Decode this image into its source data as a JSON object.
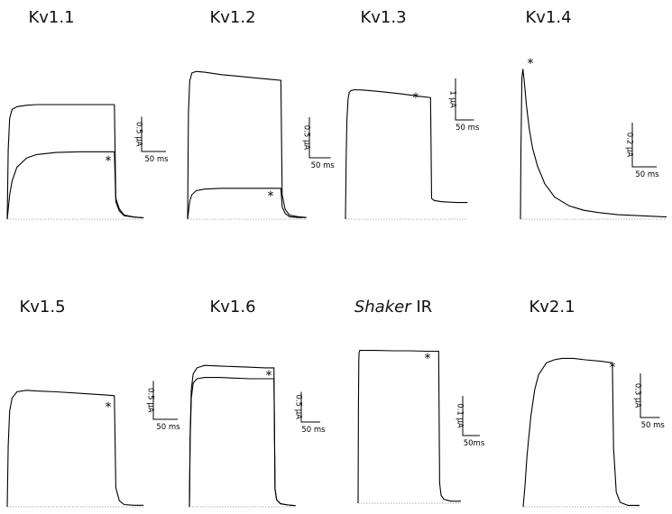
{
  "chart_data": [
    {
      "type": "line",
      "title": "Kv1.1",
      "x_unit": "ms",
      "series": [
        {
          "x": [
            0,
            2,
            5,
            10,
            20,
            40,
            60,
            100,
            150,
            220,
            223,
            230,
            240,
            260,
            280
          ],
          "values": [
            0,
            1.0,
            1.45,
            1.58,
            1.62,
            1.64,
            1.65,
            1.65,
            1.65,
            1.65,
            0.3,
            0.15,
            0.06,
            0.03,
            0.02
          ]
        },
        {
          "x": [
            0,
            5,
            10,
            20,
            40,
            60,
            100,
            150,
            220,
            223,
            230,
            240,
            260,
            280
          ],
          "values": [
            0,
            0.35,
            0.55,
            0.75,
            0.88,
            0.93,
            0.96,
            0.97,
            0.97,
            0.25,
            0.12,
            0.05,
            0.03,
            0.02
          ]
        }
      ],
      "scalebar": {
        "y_label": "0.5 μA",
        "y_value": 0.5,
        "x_label": "50 ms",
        "x_value": 50
      },
      "annotation": "*"
    },
    {
      "type": "line",
      "title": "Kv1.2",
      "x_unit": "ms",
      "series": [
        {
          "x": [
            0,
            2,
            5,
            10,
            20,
            40,
            80,
            120,
            160,
            200,
            220,
            223,
            230,
            240,
            260,
            280
          ],
          "values": [
            0,
            1.3,
            1.7,
            1.8,
            1.82,
            1.81,
            1.78,
            1.76,
            1.74,
            1.72,
            1.71,
            0.3,
            0.12,
            0.05,
            0.03,
            0.02
          ]
        },
        {
          "x": [
            0,
            5,
            10,
            20,
            40,
            80,
            120,
            160,
            200,
            220,
            223,
            230,
            240,
            260,
            280
          ],
          "values": [
            0,
            0.22,
            0.3,
            0.35,
            0.37,
            0.38,
            0.38,
            0.38,
            0.38,
            0.38,
            0.15,
            0.07,
            0.03,
            0.02,
            0.02
          ]
        }
      ],
      "scalebar": {
        "y_label": "0.5 μA",
        "y_value": 0.5,
        "x_label": "50 ms",
        "x_value": 50
      },
      "annotation": "*"
    },
    {
      "type": "line",
      "title": "Kv1.3",
      "x_unit": "ms",
      "series": [
        {
          "x": [
            0,
            2,
            4,
            7,
            10,
            15,
            25,
            50,
            100,
            150,
            200,
            230,
            233,
            240,
            260,
            300,
            330
          ],
          "values": [
            0,
            1.5,
            2.4,
            2.9,
            3.05,
            3.1,
            3.12,
            3.11,
            3.07,
            3.02,
            2.96,
            2.93,
            0.5,
            0.45,
            0.42,
            0.4,
            0.4
          ]
        }
      ],
      "scalebar": {
        "y_label": "1 μA",
        "y_value": 1,
        "x_label": "50 ms",
        "x_value": 50
      },
      "annotation": "*"
    },
    {
      "type": "line",
      "title": "Kv1.4",
      "x_unit": "ms",
      "series": [
        {
          "x": [
            0,
            1,
            3,
            5,
            8,
            12,
            18,
            25,
            35,
            50,
            70,
            100,
            130,
            160,
            200,
            250,
            300
          ],
          "values": [
            0,
            0.3,
            0.64,
            0.68,
            0.62,
            0.52,
            0.41,
            0.32,
            0.24,
            0.16,
            0.1,
            0.06,
            0.04,
            0.03,
            0.02,
            0.015,
            0.01
          ]
        }
      ],
      "scalebar": {
        "y_label": "0.2 μA",
        "y_value": 0.2,
        "x_label": "50 ms",
        "x_value": 50
      },
      "annotation": "*"
    },
    {
      "type": "line",
      "title": "Kv1.5",
      "x_unit": "ms",
      "series": [
        {
          "x": [
            0,
            2,
            5,
            10,
            20,
            40,
            60,
            100,
            150,
            200,
            220,
            223,
            230,
            240,
            260,
            280
          ],
          "values": [
            0,
            0.8,
            1.25,
            1.42,
            1.5,
            1.52,
            1.51,
            1.5,
            1.48,
            1.46,
            1.45,
            0.25,
            0.08,
            0.03,
            0.02,
            0.02
          ]
        }
      ],
      "scalebar": {
        "y_label": "0.5 μA",
        "y_value": 0.5,
        "x_label": "50 ms",
        "x_value": 50
      },
      "annotation": "*"
    },
    {
      "type": "line",
      "title": "Kv1.6",
      "x_unit": "ms",
      "series": [
        {
          "x": [
            0,
            2,
            5,
            10,
            20,
            40,
            80,
            120,
            160,
            200,
            223,
            226,
            230,
            240,
            260,
            280
          ],
          "values": [
            0,
            1.2,
            1.95,
            2.2,
            2.3,
            2.34,
            2.33,
            2.32,
            2.31,
            2.3,
            2.3,
            0.3,
            0.12,
            0.05,
            0.03,
            0.02
          ]
        },
        {
          "x": [
            0,
            2,
            5,
            10,
            20,
            40,
            80,
            120,
            160,
            200,
            223,
            226,
            230,
            240,
            260,
            280
          ],
          "values": [
            0,
            1.1,
            1.8,
            2.05,
            2.12,
            2.14,
            2.14,
            2.13,
            2.12,
            2.12,
            2.12,
            0.3,
            0.12,
            0.05,
            0.03,
            0.02
          ]
        }
      ],
      "scalebar": {
        "y_label": "0.5 μA",
        "y_value": 0.5,
        "x_label": "50 ms",
        "x_value": 50
      },
      "annotation": "*"
    },
    {
      "type": "line",
      "title": "Shaker IR",
      "x_unit": "ms",
      "series": [
        {
          "x": [
            0,
            1,
            2,
            3,
            5,
            10,
            20,
            50,
            100,
            150,
            200,
            235,
            238,
            242,
            250,
            270,
            300
          ],
          "values": [
            0,
            0.25,
            0.36,
            0.38,
            0.385,
            0.385,
            0.385,
            0.385,
            0.384,
            0.384,
            0.383,
            0.383,
            0.05,
            0.02,
            0.01,
            0.005,
            0.005
          ]
        }
      ],
      "scalebar": {
        "y_label": "0.1 μA",
        "y_value": 0.1,
        "x_label": "50ms",
        "x_value": 50
      },
      "annotation": "*"
    },
    {
      "type": "line",
      "title": "Kv2.1",
      "x_unit": "ms",
      "series": [
        {
          "x": [
            0,
            5,
            10,
            20,
            30,
            40,
            60,
            80,
            100,
            130,
            160,
            200,
            230,
            233,
            240,
            250,
            270,
            300
          ],
          "values": [
            0,
            0.15,
            0.35,
            0.62,
            0.8,
            0.9,
            0.98,
            1.0,
            1.01,
            1.01,
            1.0,
            0.99,
            0.98,
            0.4,
            0.1,
            0.03,
            0.01,
            0.01
          ]
        }
      ],
      "scalebar": {
        "y_label": "0.3 μA",
        "y_value": 0.3,
        "x_label": "50 ms",
        "x_value": 50
      },
      "annotation": "*"
    }
  ]
}
